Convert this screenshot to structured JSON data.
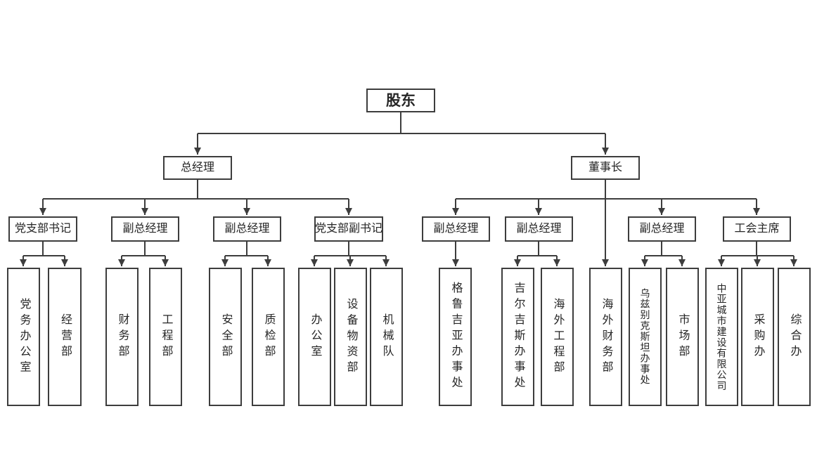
{
  "diagram": {
    "type": "org-chart",
    "colors": {
      "line": "#3d3d3d",
      "box_border": "#3d3d3d",
      "box_fill": "#ffffff",
      "text": "#262626",
      "background": "#ffffff"
    }
  },
  "levels": {
    "l1": {
      "shareholder": "股东"
    },
    "l2": {
      "general_manager": "总经理",
      "chairman": "董事长"
    },
    "l3": {
      "party_branch_secretary": "党支部书记",
      "deputy_gm_a": "副总经理",
      "deputy_gm_b": "副总经理",
      "party_branch_deputy_secretary": "党支部副书记",
      "deputy_gm_c": "副总经理",
      "deputy_gm_d": "副总经理",
      "deputy_gm_e": "副总经理",
      "union_chairman": "工会主席"
    },
    "l4": {
      "party_affairs_office": "党务办公室",
      "business_dept": "经营部",
      "finance_dept": "财务部",
      "engineering_dept": "工程部",
      "safety_dept": "安全部",
      "quality_dept": "质检部",
      "office": "办公室",
      "equipment_materials_dept": "设备物资部",
      "machinery_team": "机械队",
      "georgia_office": "格鲁吉亚办事处",
      "kyrgyzstan_office": "吉尔吉斯办事处",
      "overseas_engineering_dept": "海外工程部",
      "overseas_finance_dept": "海外财务部",
      "uzbekistan_office": "乌兹别克斯坦办事处",
      "market_dept": "市场部",
      "central_asia_company": "中亚城市建设有限公司",
      "procurement_office": "采购办",
      "general_office": "综合办"
    }
  },
  "hierarchy": {
    "shareholder": [
      "general_manager",
      "chairman"
    ],
    "general_manager": [
      "party_branch_secretary",
      "deputy_gm_a",
      "deputy_gm_b",
      "party_branch_deputy_secretary"
    ],
    "chairman": [
      "deputy_gm_c",
      "deputy_gm_d",
      "overseas_finance_dept",
      "deputy_gm_e",
      "union_chairman"
    ],
    "party_branch_secretary": [
      "party_affairs_office",
      "business_dept"
    ],
    "deputy_gm_a": [
      "finance_dept",
      "engineering_dept"
    ],
    "deputy_gm_b": [
      "safety_dept",
      "quality_dept"
    ],
    "party_branch_deputy_secretary": [
      "office",
      "equipment_materials_dept",
      "machinery_team"
    ],
    "deputy_gm_c": [
      "georgia_office"
    ],
    "deputy_gm_d": [
      "kyrgyzstan_office",
      "overseas_engineering_dept"
    ],
    "deputy_gm_e": [
      "uzbekistan_office",
      "market_dept"
    ],
    "union_chairman": [
      "central_asia_company",
      "procurement_office",
      "general_office"
    ]
  }
}
